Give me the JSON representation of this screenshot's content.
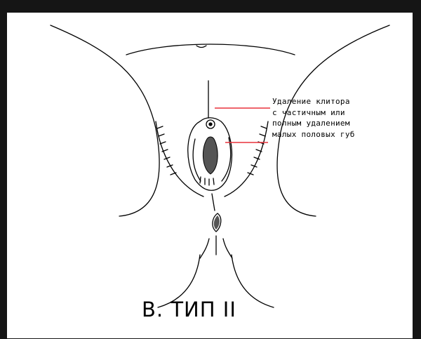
{
  "diagram": {
    "annotation_lines": [
      "Удаление клитора",
      "с частичным или",
      "полным удалением",
      "малых половых губ"
    ],
    "caption": "B. ТИП II",
    "colors": {
      "frame": "#151515",
      "background": "#ffffff",
      "outline": "#000000",
      "callout": "#e8323c",
      "fill_dark": "#555555"
    }
  }
}
